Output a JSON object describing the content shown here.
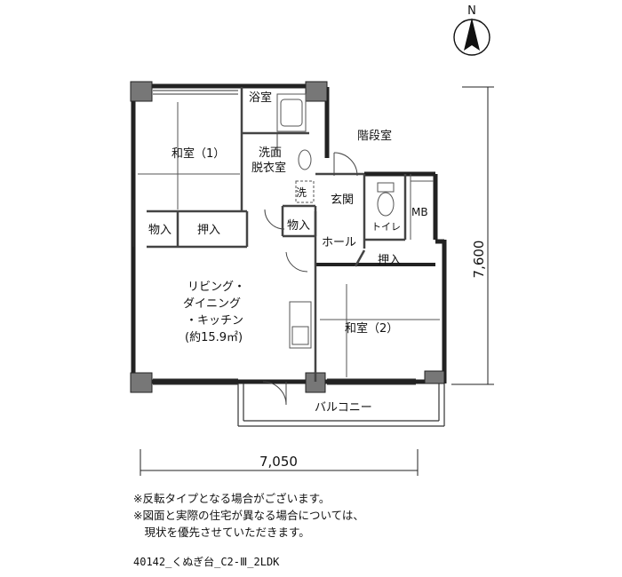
{
  "compass": {
    "north_label": "N"
  },
  "rooms": {
    "washitsu1": "和室（1）",
    "yokushitsu": "浴室",
    "senmen_line1": "洗面",
    "senmen_line2": "脱衣室",
    "sentaku": "洗",
    "kaidanshitsu": "階段室",
    "genkan": "玄関",
    "toilet": "トイレ",
    "mb": "MB",
    "monoire_left": "物入",
    "oshiire_left": "押入",
    "monoire_center": "物入",
    "hall": "ホール",
    "oshiire_right": "押入",
    "ldk_line1": "リビング・",
    "ldk_line2": "ダイニング",
    "ldk_line3": "・キッチン",
    "ldk_line4": "(約15.9㎡)",
    "washitsu2": "和室（2）",
    "balcony": "バルコニー"
  },
  "dimensions": {
    "width_label": "7,050",
    "height_label": "7,600"
  },
  "notes": [
    "※反転タイプとなる場合がございます。",
    "※図面と実際の住宅が異なる場合については、",
    "　現状を優先させていただきます。"
  ],
  "plan_code": "40142_くぬぎ台_C2-Ⅲ_2LDK"
}
